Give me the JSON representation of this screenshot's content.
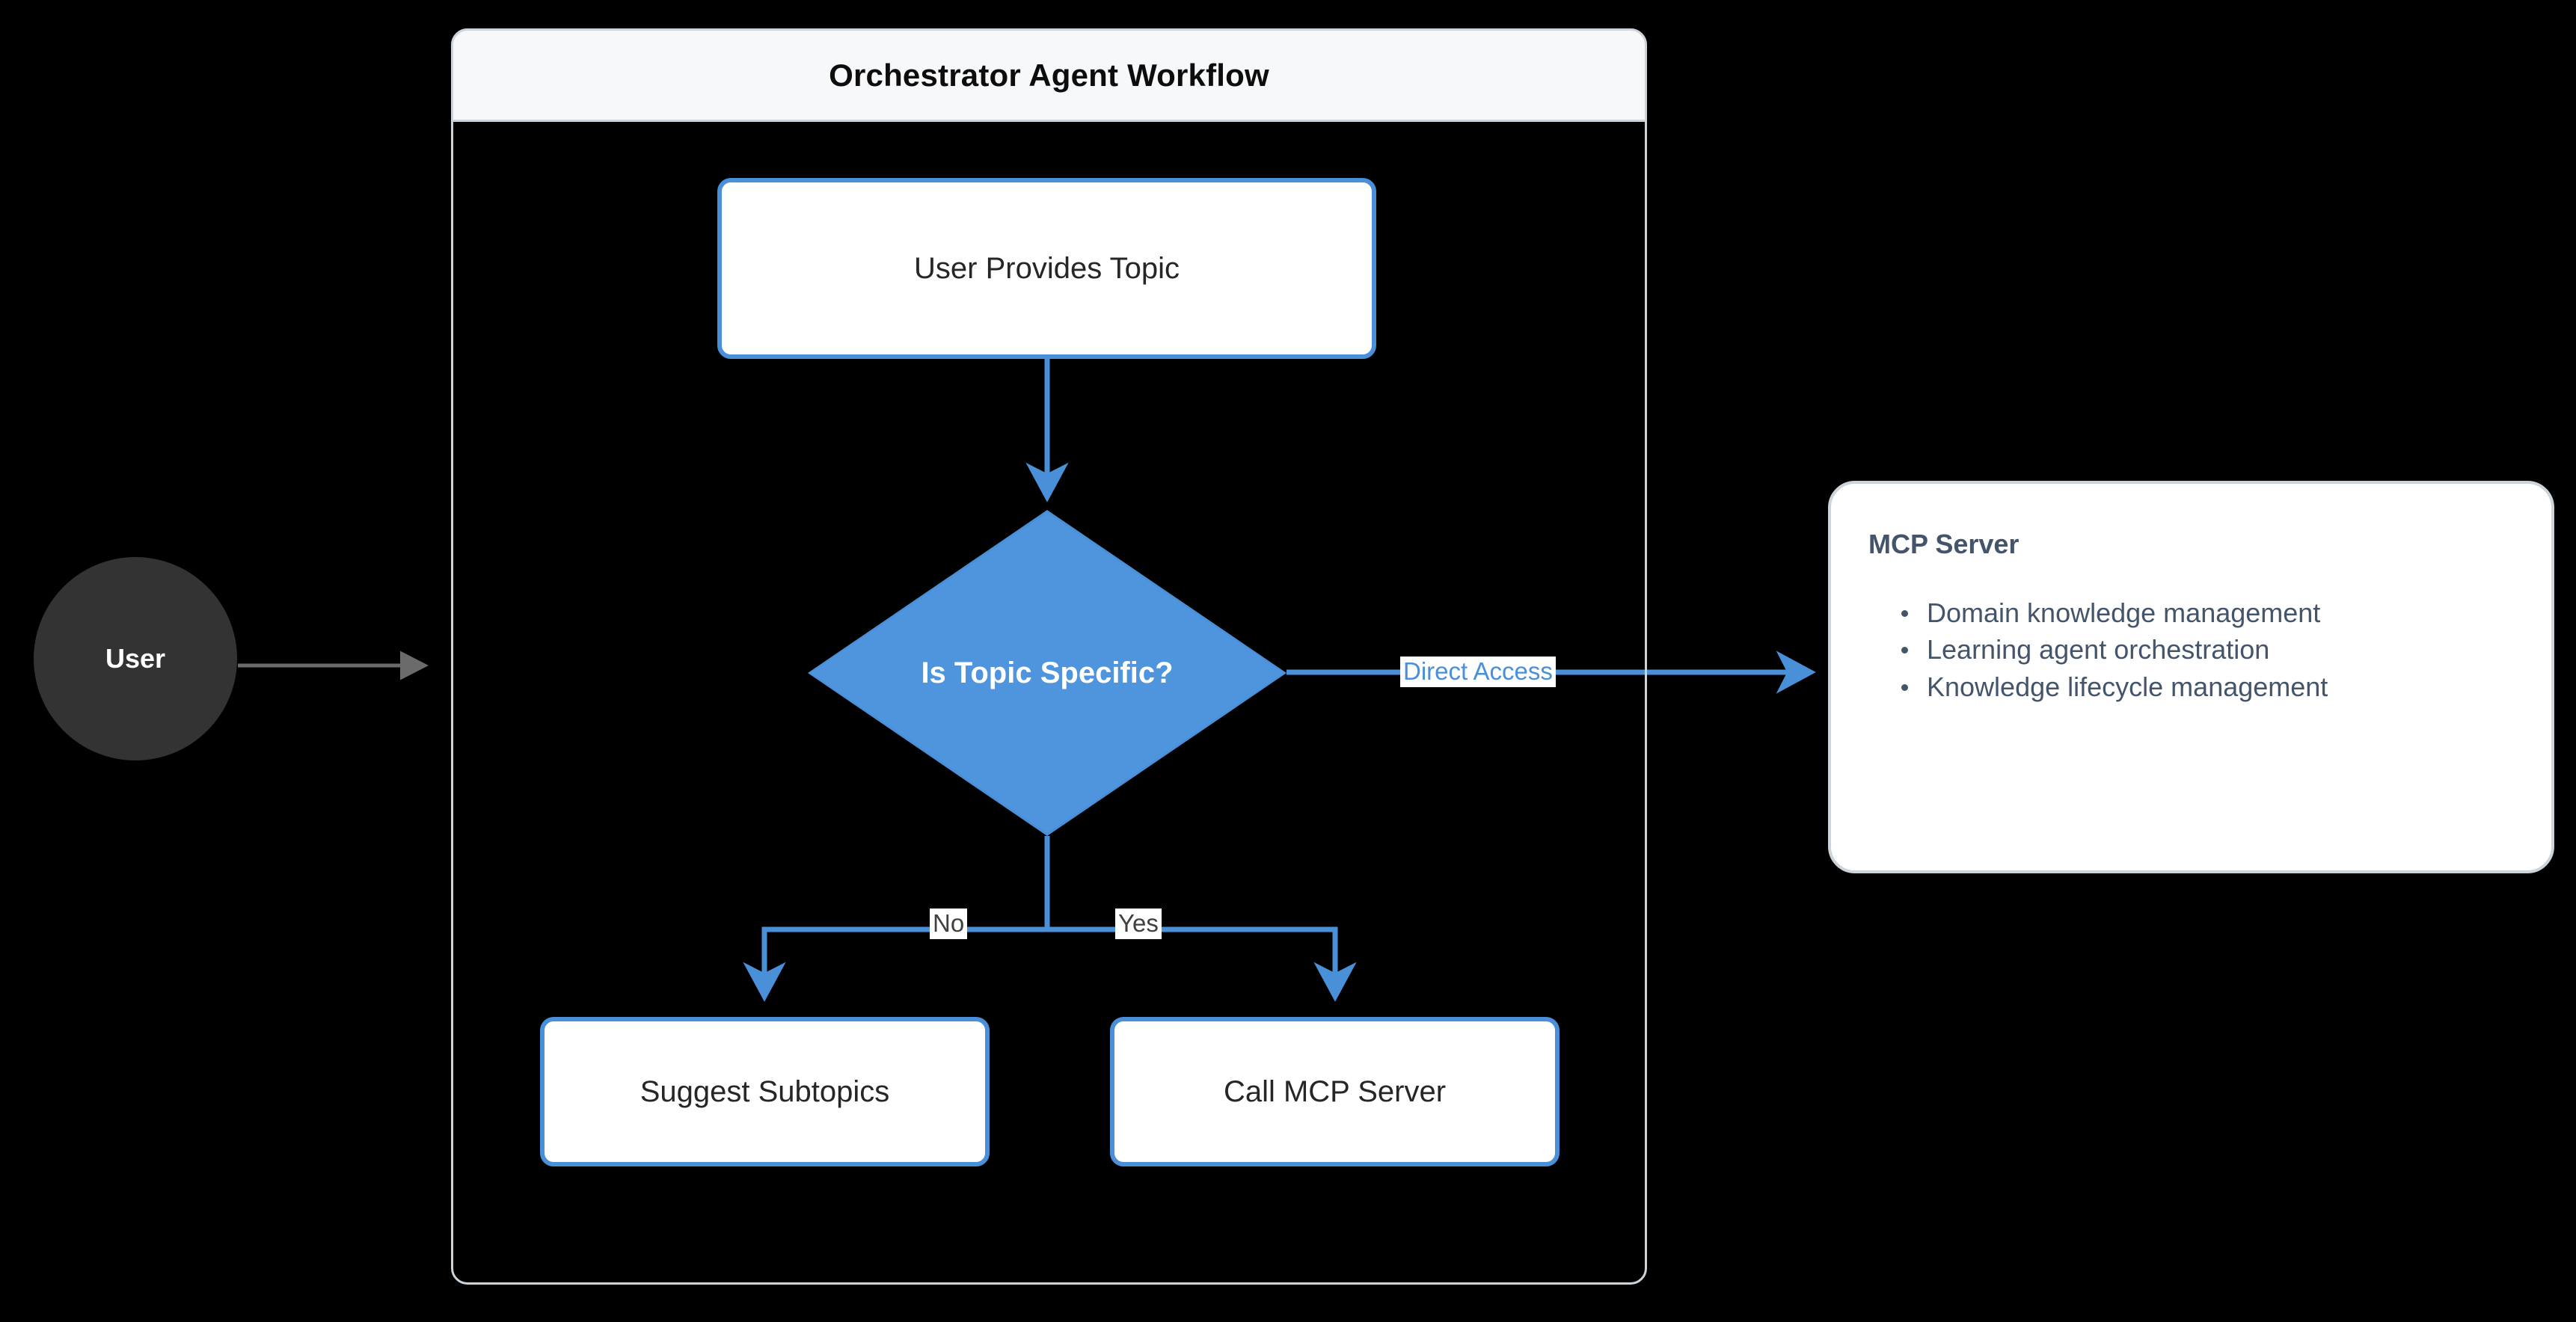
{
  "diagram": {
    "background_color": "#000000",
    "accent_color": "#4a90d9",
    "container_border_color": "#ccd4da",
    "title_bar_bg": "#f6f8f9",
    "text_color": "#262626",
    "panel_text_color": "#44546a"
  },
  "subgraph": {
    "title": "Orchestrator Agent Workflow"
  },
  "actors": {
    "user": {
      "label": "User",
      "shape": "circle",
      "fill": "#333333",
      "text_color": "#ffffff"
    }
  },
  "nodes": {
    "user_provides_topic": {
      "label": "User Provides Topic",
      "shape": "rounded-rect"
    },
    "is_topic_specific": {
      "label": "Is Topic Specific?",
      "shape": "diamond"
    },
    "suggest_subtopics": {
      "label": "Suggest Subtopics",
      "shape": "rounded-rect"
    },
    "call_mcp_server": {
      "label": "Call MCP Server",
      "shape": "rounded-rect"
    }
  },
  "edge_labels": {
    "no": "No",
    "yes": "Yes",
    "direct_access": "Direct Access"
  },
  "mcp_panel": {
    "heading": "MCP Server",
    "bullets": [
      "Domain knowledge management",
      "Learning agent orchestration",
      "Knowledge lifecycle management"
    ]
  }
}
